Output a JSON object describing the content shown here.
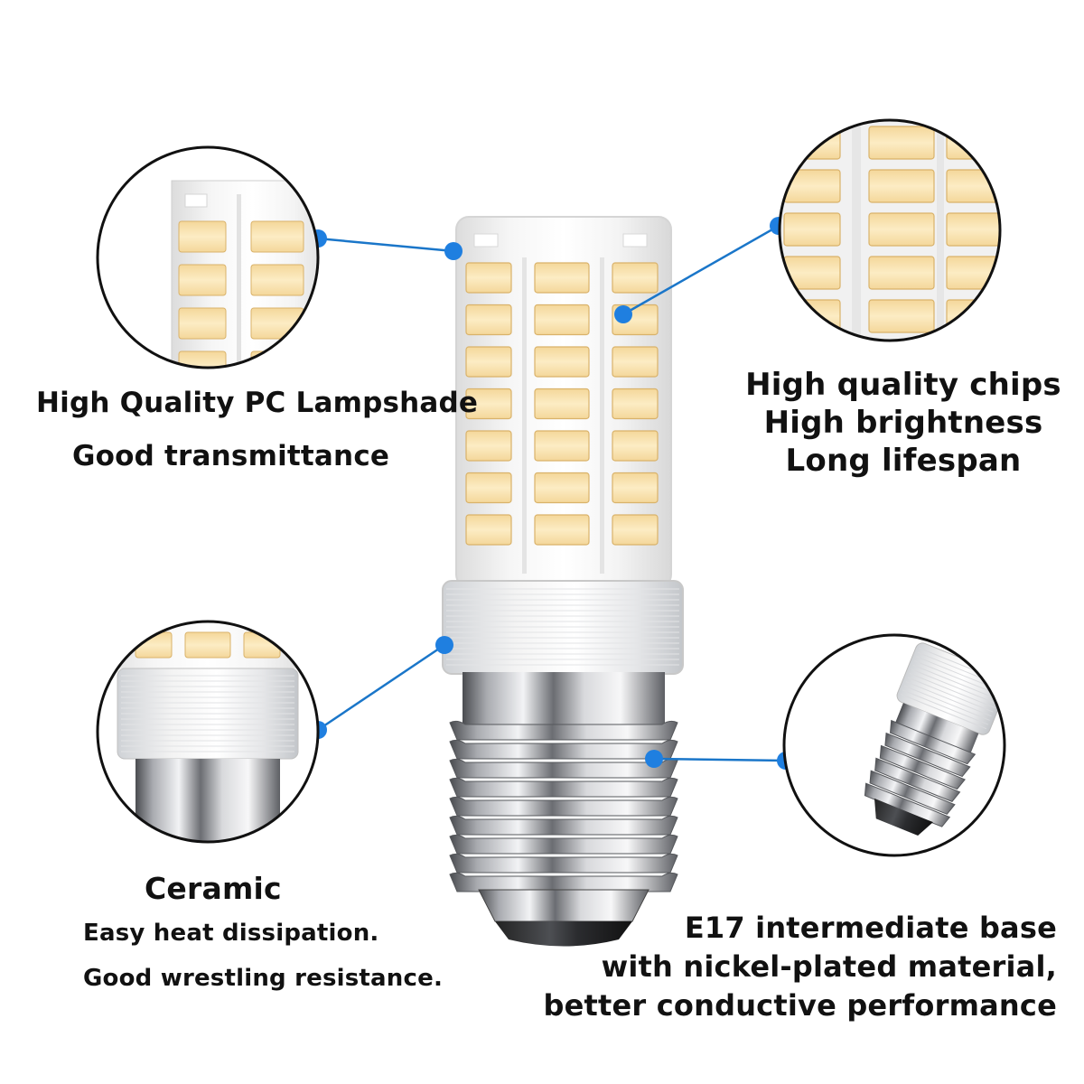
{
  "callouts": {
    "lampshade": {
      "title": "High Quality PC Lampshade",
      "subtitle": "Good transmittance"
    },
    "chips": {
      "lines": [
        "High quality chips",
        "High brightness",
        "Long lifespan"
      ]
    },
    "ceramic": {
      "title": "Ceramic",
      "lines": [
        "Easy heat dissipation.",
        "Good wrestling resistance."
      ]
    },
    "base": {
      "lines": [
        "E17 intermediate base",
        "with nickel-plated material,",
        "better conductive performance"
      ]
    }
  },
  "colors": {
    "led_chip": "#f8dfa8",
    "led_chip_center": "#fcebc2",
    "shell": "#f2f2f2",
    "metal_light": "#e9e9ec",
    "metal_dark": "#55575c",
    "callout_line": "#1a76c9",
    "callout_dot": "#1f7fe0",
    "text": "#111111"
  },
  "icons": {
    "dot": "blue-callout-dot",
    "circle": "magnifier-circle"
  }
}
